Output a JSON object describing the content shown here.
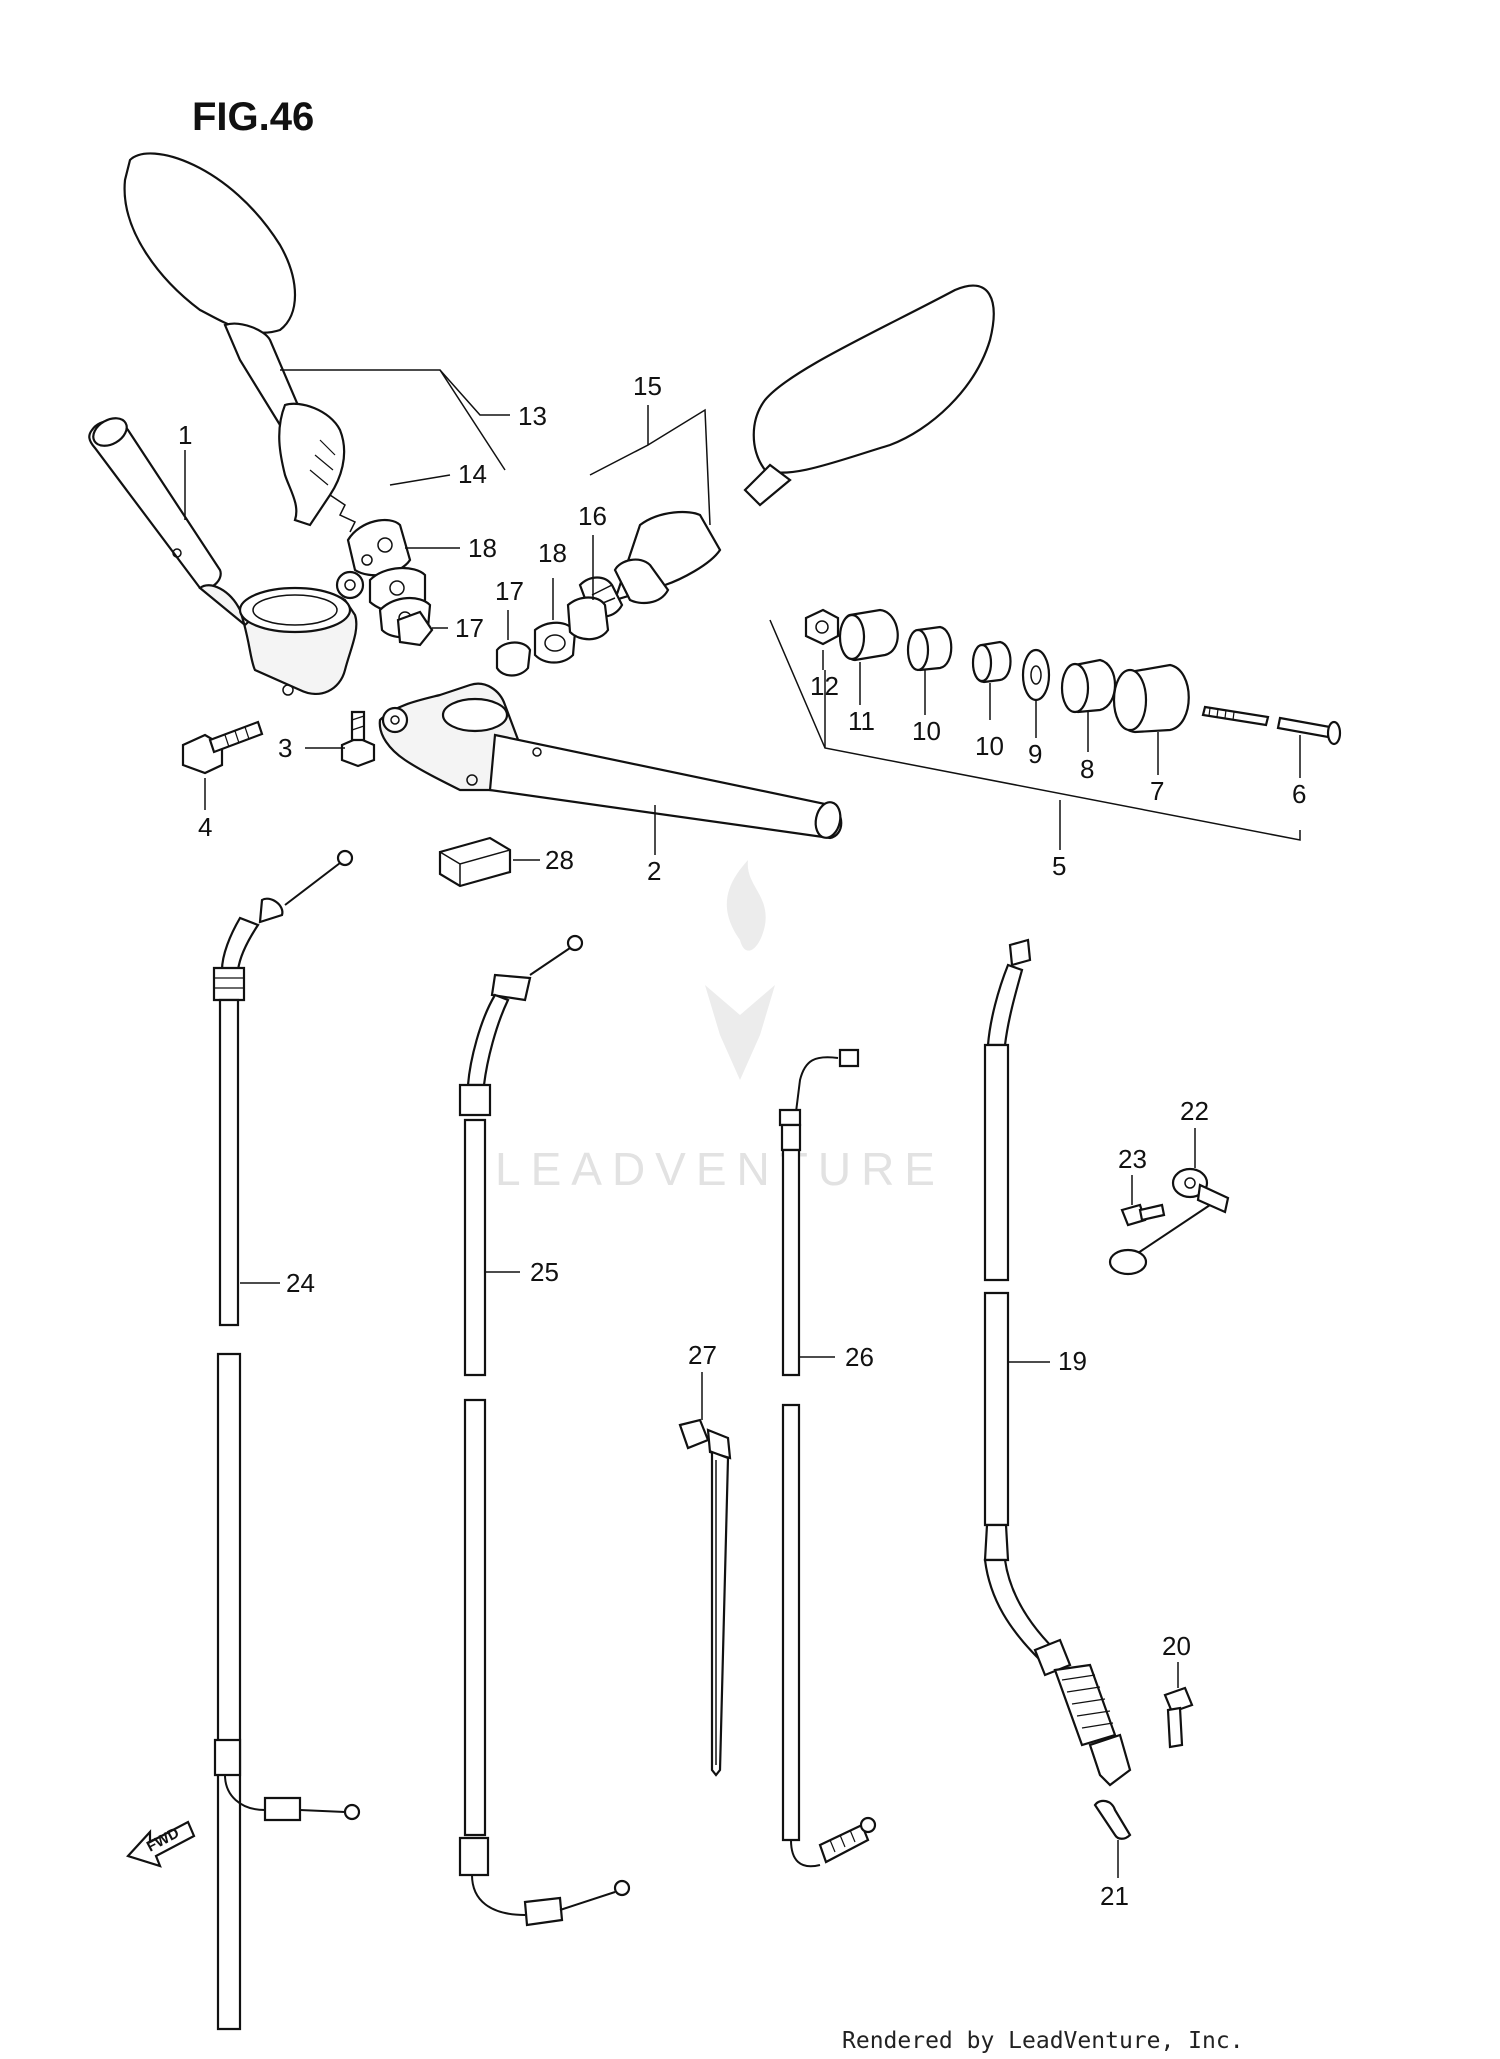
{
  "figure": {
    "title": "FIG.46",
    "watermark": "LEADVENTURE",
    "fwd_label": "FWD",
    "credit": "Rendered by LeadVenture, Inc."
  },
  "callouts": {
    "c1": "1",
    "c2": "2",
    "c3": "3",
    "c4": "4",
    "c5": "5",
    "c6": "6",
    "c7": "7",
    "c8": "8",
    "c9": "9",
    "c10a": "10",
    "c10b": "10",
    "c11": "11",
    "c12": "12",
    "c13": "13",
    "c14": "14",
    "c15": "15",
    "c16": "16",
    "c17a": "17",
    "c17b": "17",
    "c18a": "18",
    "c18b": "18",
    "c19": "19",
    "c20": "20",
    "c21": "21",
    "c22": "22",
    "c23": "23",
    "c24": "24",
    "c25": "25",
    "c26": "26",
    "c27": "27",
    "c28": "28"
  },
  "colors": {
    "ink": "#111111",
    "background": "#ffffff",
    "watermark": "#e2e2e2"
  }
}
